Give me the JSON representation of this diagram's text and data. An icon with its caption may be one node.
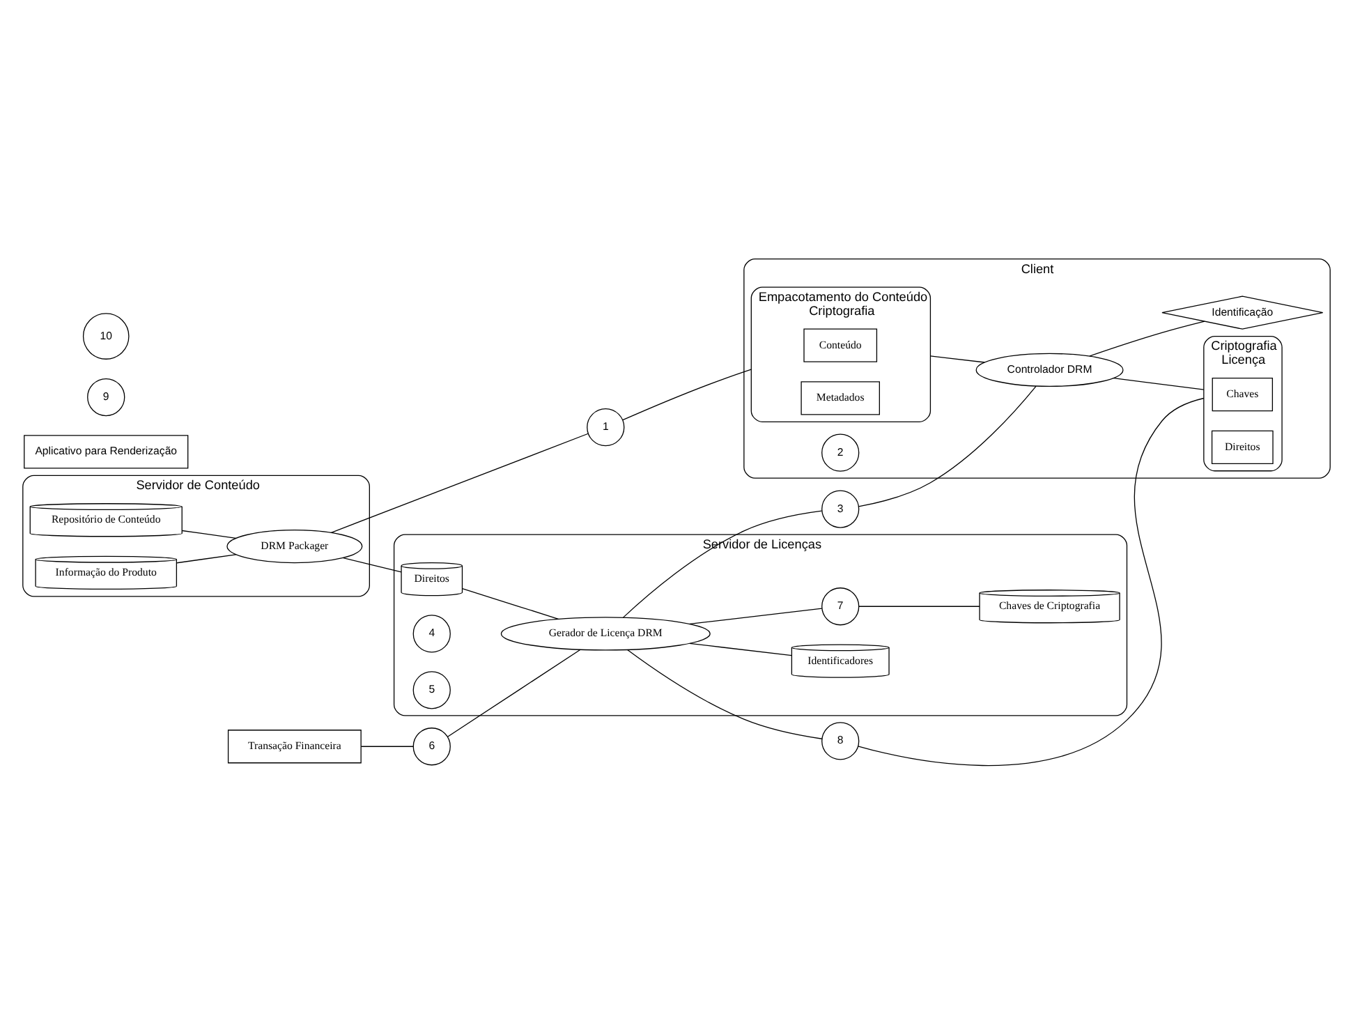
{
  "diagram": {
    "nodes": [
      {
        "text": [
          "Servidor de Conteúdo"
        ]
      },
      {
        "text": [
          "Repositório de Conteúdo"
        ],
        "in": 0
      },
      {
        "text": [
          "Informação do Produto"
        ],
        "in": 0
      },
      {
        "text": [
          "DRM Packager"
        ],
        "in": 0
      },
      {
        "text": [
          "Client"
        ]
      },
      {
        "text": [
          "Empacotamento do Conteúdo",
          "Criptografia"
        ],
        "in": 4
      },
      {
        "text": [
          "Conteúdo"
        ],
        "in": 5
      },
      {
        "text": [
          "Metadados"
        ],
        "in": 5
      },
      {
        "text": [
          "Controlador DRM"
        ],
        "in": 4
      },
      {
        "text": [
          "Aplicativo para Renderização"
        ]
      },
      {
        "text": [
          "Criptografia",
          "Licença"
        ],
        "in": 4
      },
      {
        "text": [
          "Chaves"
        ],
        "in": 10
      },
      {
        "text": [
          "Direitos"
        ],
        "in": 10
      },
      {
        "text": [
          "Identificação"
        ],
        "in": 4
      },
      {
        "text": [
          "Transação Financeira"
        ]
      },
      {
        "text": [
          "Servidor de Licenças"
        ]
      },
      {
        "text": [
          "Direitos"
        ],
        "in": 15
      },
      {
        "text": [
          "Gerador de Licença DRM"
        ],
        "in": 15
      },
      {
        "text": [
          "Chaves de Criptografia"
        ],
        "in": 15
      },
      {
        "text": [
          "Identificadores"
        ],
        "in": 15
      },
      {
        "text": [
          "1"
        ]
      },
      {
        "text": [
          "2"
        ],
        "in": 4
      },
      {
        "text": [
          "3"
        ]
      },
      {
        "text": [
          "4"
        ],
        "in": 15
      },
      {
        "text": [
          "5"
        ],
        "in": 15
      },
      {
        "text": [
          "6"
        ]
      },
      {
        "text": [
          "7"
        ],
        "in": 15
      },
      {
        "text": [
          "8"
        ]
      },
      {
        "text": [
          "9"
        ]
      },
      {
        "text": [
          "10"
        ]
      }
    ],
    "edges": [
      {
        "from": 1,
        "to": 3,
        "arrow": "none"
      },
      {
        "from": 2,
        "to": 3,
        "arrow": "none"
      },
      {
        "from": 3,
        "to": 20,
        "arrow": "none"
      },
      {
        "from": 20,
        "to": 5,
        "arrow": "none"
      },
      {
        "from": 5,
        "to": 8,
        "arrow": "none"
      },
      {
        "from": 3,
        "to": 16,
        "arrow": "none"
      },
      {
        "from": 14,
        "to": 25,
        "arrow": "none"
      },
      {
        "from": 25,
        "to": 17,
        "arrow": "none"
      },
      {
        "from": 16,
        "to": 17,
        "arrow": "none"
      },
      {
        "from": 17,
        "to": 22,
        "arrow": "none"
      },
      {
        "from": 22,
        "to": 8,
        "arrow": "none"
      },
      {
        "from": 17,
        "to": 27,
        "arrow": "none"
      },
      {
        "from": 27,
        "to": 10,
        "arrow": "none"
      },
      {
        "from": 17,
        "to": 26,
        "arrow": "none"
      },
      {
        "from": 26,
        "to": 18,
        "arrow": "none"
      },
      {
        "from": 17,
        "to": 19,
        "arrow": "none"
      },
      {
        "from": 8,
        "to": 10,
        "arrow": "none"
      },
      {
        "from": 8,
        "to": 13,
        "arrow": "none"
      }
    ]
  }
}
